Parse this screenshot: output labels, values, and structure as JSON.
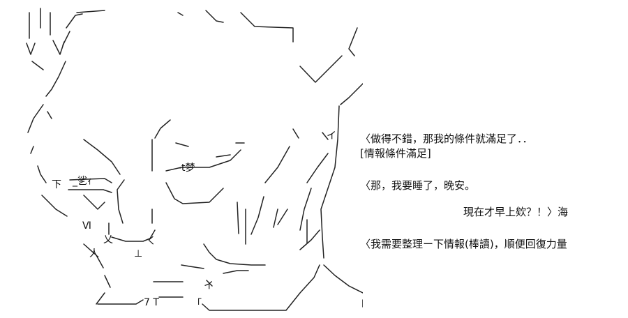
{
  "art_labels": {
    "shita": "下",
    "yuki": "_乷ｨ",
    "t_yume": "-t梦",
    "vi": "Ⅵ",
    "x_mark": "乂",
    "kana_ku": "く",
    "hito": "人",
    "ue": "⊥",
    "i_left": "イ",
    "i_right": "イ",
    "seven_t": "7 T",
    "ru": "｢"
  },
  "dialogue": {
    "line1": "〈做得不錯，那我的條件就滿足了．．",
    "line2": "[情報條件滿足]",
    "line3": "〈那，我要睡了，晚安。",
    "line4": "現在才早上欸？！〉海",
    "line5": "〈我需要整理ー下情報(棒讀)，順便回復力量"
  }
}
